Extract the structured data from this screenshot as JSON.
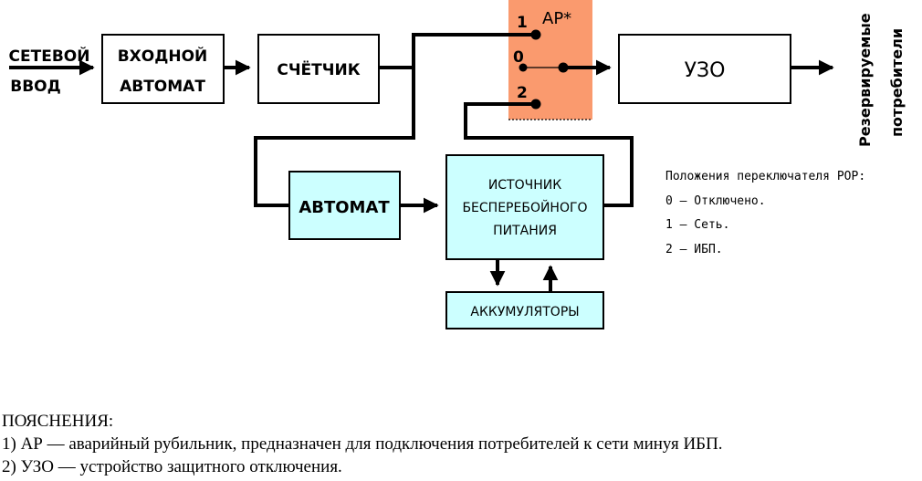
{
  "input": {
    "line1": "СЕТЕВОЙ",
    "line2": "ВВОД"
  },
  "blocks": {
    "breaker_in": {
      "line1": "ВХОДНОЙ",
      "line2": "АВТОМАТ"
    },
    "meter": "СЧЁТЧИК",
    "rcd": "УЗО",
    "breaker": "АВТОМАТ",
    "ups": {
      "line1": "ИСТОЧНИК",
      "line2": "БЕСПЕРЕБОЙНОГО",
      "line3": "ПИТАНИЯ"
    },
    "batteries": "АККУМУЛЯТОРЫ"
  },
  "switch": {
    "title": "АР*",
    "pos1": "1",
    "pos0": "0",
    "pos2": "2"
  },
  "output": {
    "line1": "Резервируемые",
    "line2": "потребители"
  },
  "legend": {
    "title": "Положения переключателя РОР:",
    "items": [
      "0 – Отключено.",
      "1 – Сеть.",
      "2 – ИБП."
    ]
  },
  "notes": {
    "title": "ПОЯСНЕНИЯ:",
    "items": [
      "1) АР — аварийный рубильник, предназначен для подключения потребителей к сети минуя ИБП.",
      "2) УЗО — устройство защитного отключения."
    ]
  },
  "colors": {
    "switch_bg": "#FA9A6E",
    "block_fill": "#CCFFFF",
    "line": "#000000"
  }
}
